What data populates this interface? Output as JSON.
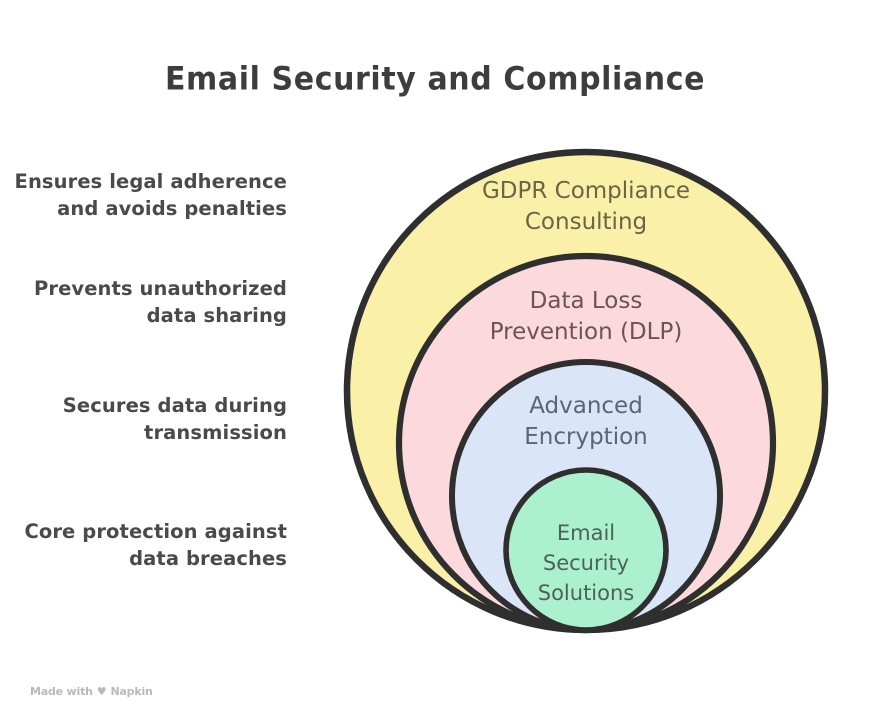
{
  "title": "Email Security and Compliance",
  "background_color": "#ffffff",
  "title_color": "#3d3d3d",
  "diagram": {
    "type": "concentric-circles",
    "note": "Four nested circles tangent at the bottom, largest outermost",
    "layers": [
      {
        "label": "GDPR Compliance\nConsulting",
        "description": "Ensures legal\nadherence and\navoids penalties",
        "fill": "#faf0a8",
        "stroke": "#2f2f2f",
        "text_color": "#6b6445"
      },
      {
        "label": "Data Loss\nPrevention (DLP)",
        "description": "Prevents\nunauthorized data\nsharing",
        "fill": "#fbd9dc",
        "stroke": "#2f2f2f",
        "text_color": "#6e5355"
      },
      {
        "label": "Advanced\nEncryption",
        "description": "Secures data during\ntransmission",
        "fill": "#dae5f7",
        "stroke": "#2f2f2f",
        "text_color": "#5b6478"
      },
      {
        "label": "Email\nSecurity\nSolutions",
        "description": "Core protection\nagainst data\nbreaches",
        "fill": "#abf0cf",
        "stroke": "#2f2f2f",
        "text_color": "#4f6157"
      }
    ]
  },
  "watermark": {
    "prefix": "Made with",
    "heart": "♥",
    "brand": "Napkin",
    "color": "#b9b9b9"
  }
}
